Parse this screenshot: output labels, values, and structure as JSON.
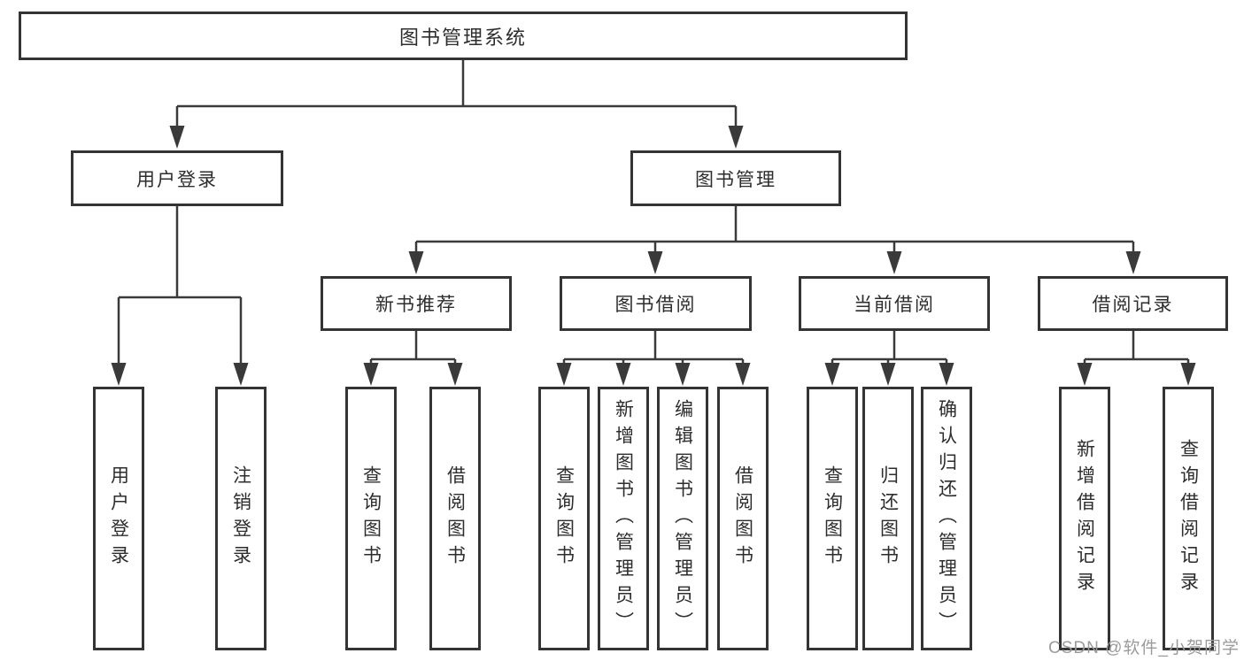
{
  "diagram": {
    "type": "tree",
    "nodes": {
      "root": {
        "label": "图书管理系统"
      },
      "userLogin": {
        "label": "用户登录"
      },
      "bookManagement": {
        "label": "图书管理"
      },
      "newBookRecommend": {
        "label": "新书推荐"
      },
      "bookBorrowing": {
        "label": "图书借阅"
      },
      "currentBorrowing": {
        "label": "当前借阅"
      },
      "borrowingRecords": {
        "label": "借阅记录"
      },
      "leafUserLogin": {
        "label": "用户登录"
      },
      "leafLogout": {
        "label": "注销登录"
      },
      "leafQueryBooks1": {
        "label": "查询图书"
      },
      "leafBorrowBooks1": {
        "label": "借阅图书"
      },
      "leafQueryBooks2": {
        "label": "查询图书"
      },
      "leafAddBooks": {
        "label": "新增图书（管理员）"
      },
      "leafEditBooks": {
        "label": "编辑图书（管理员）"
      },
      "leafBorrowBooks2": {
        "label": "借阅图书"
      },
      "leafQueryBooks3": {
        "label": "查询图书"
      },
      "leafReturnBooks": {
        "label": "归还图书"
      },
      "leafConfirmReturn": {
        "label": "确认归还（管理员）"
      },
      "leafAddBorrowRecord": {
        "label": "新增借阅记录"
      },
      "leafQueryBorrowRecord": {
        "label": "查询借阅记录"
      }
    },
    "hierarchy": {
      "图书管理系统": [
        "用户登录",
        "图书管理"
      ],
      "用户登录": [
        "用户登录",
        "注销登录"
      ],
      "图书管理": [
        "新书推荐",
        "图书借阅",
        "当前借阅",
        "借阅记录"
      ],
      "新书推荐": [
        "查询图书",
        "借阅图书"
      ],
      "图书借阅": [
        "查询图书",
        "新增图书（管理员）",
        "编辑图书（管理员）",
        "借阅图书"
      ],
      "当前借阅": [
        "查询图书",
        "归还图书",
        "确认归还（管理员）"
      ],
      "借阅记录": [
        "新增借阅记录",
        "查询借阅记录"
      ]
    }
  },
  "watermark": {
    "text": "CSDN @软件_小贺同学",
    "color": "#9b9b9b"
  },
  "colors": {
    "background": "#ffffff",
    "line": "#3a3a3a",
    "box_border": "#343434",
    "text": "#2d2d2d"
  }
}
